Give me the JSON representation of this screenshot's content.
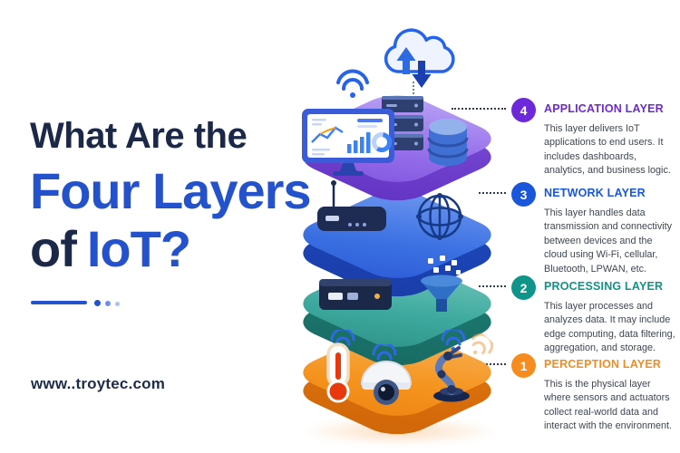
{
  "header": {
    "title_line1": "What Are the",
    "title_line2": "Four Layers",
    "title_line3_prefix": "of",
    "title_line3_highlight": "IoT?"
  },
  "footer": {
    "website": "www..troytec.com"
  },
  "colors": {
    "title_navy": "#1c2847",
    "title_blue": "#2452cc",
    "application_accent": "#6d28d9",
    "network_accent": "#1a56db",
    "processing_accent": "#0e9488",
    "perception_accent": "#f68b1f",
    "layer_purple": "#9a73ec",
    "layer_blue": "#3a70e2",
    "layer_teal": "#3da99e",
    "layer_orange": "#f5941f"
  },
  "stack": {
    "top_icon": "cloud-sync-icon",
    "layers": [
      {
        "name": "application",
        "color": "#9a73ec",
        "icons": [
          "wifi-icon",
          "dashboard-monitor-icon",
          "server-stack-icon",
          "database-icon"
        ]
      },
      {
        "name": "network",
        "color": "#3a70e2",
        "icons": [
          "router-icon",
          "globe-network-icon"
        ]
      },
      {
        "name": "processing",
        "color": "#3da99e",
        "icons": [
          "edge-device-icon",
          "data-funnel-icon"
        ]
      },
      {
        "name": "perception",
        "color": "#f5941f",
        "icons": [
          "thermometer-icon",
          "security-camera-icon",
          "robot-arm-icon",
          "wifi-signal-icon"
        ]
      }
    ]
  },
  "layers": [
    {
      "number": "4",
      "title": "APPLICATION LAYER",
      "description": "This layer delivers IoT applications to end users. It includes dashboards, analytics, and business logic.",
      "accent": "#6d28d9"
    },
    {
      "number": "3",
      "title": "NETWORK LAYER",
      "description": "This layer handles data transmission and connectivity between devices and the cloud using Wi-Fi, cellular, Bluetooth, LPWAN, etc.",
      "accent": "#1a56db"
    },
    {
      "number": "2",
      "title": "PROCESSING LAYER",
      "description": "This layer processes and analyzes data. It may include edge computing, data filtering, aggregation, and storage.",
      "accent": "#0e9488"
    },
    {
      "number": "1",
      "title": "PERCEPTION LAYER",
      "description": "This is the physical layer where sensors and actuators collect real-world data and interact with the environment.",
      "accent": "#f68b1f"
    }
  ]
}
